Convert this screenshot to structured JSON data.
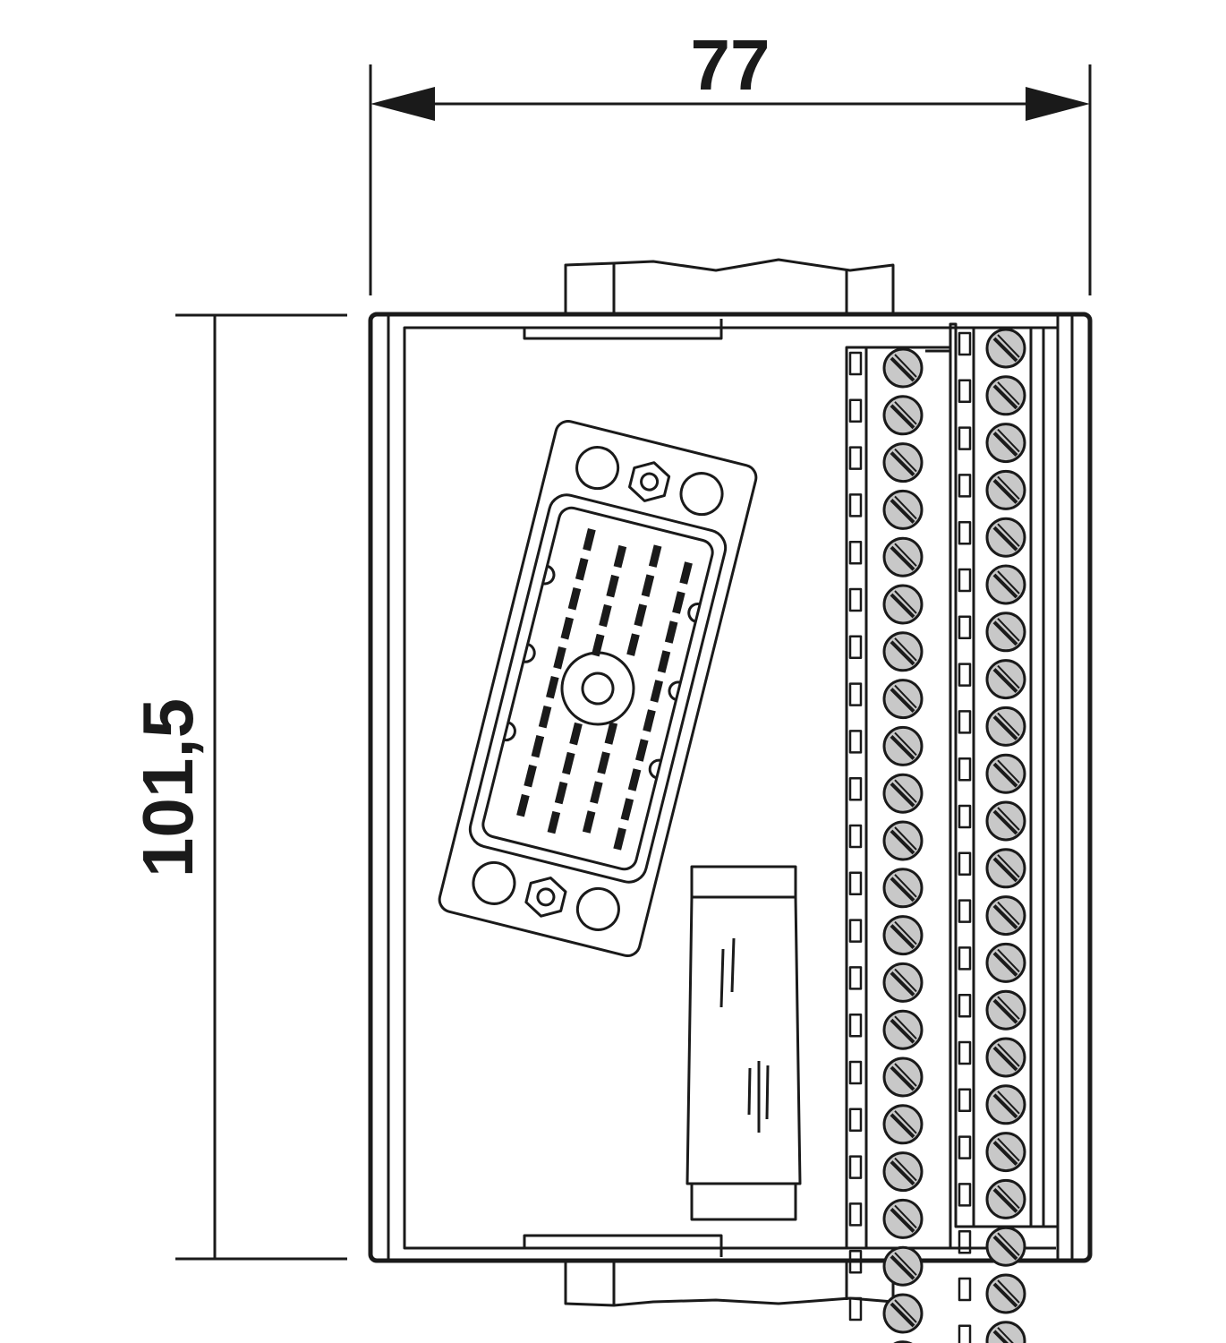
{
  "dimensions": {
    "width_label": "77",
    "height_label": "101,5"
  },
  "terminals": {
    "left_column_count": 22,
    "right_column_count": 23
  },
  "colors": {
    "line": "#1a1a1a",
    "screw_fill": "#c8c8c8",
    "background": "#ffffff"
  }
}
